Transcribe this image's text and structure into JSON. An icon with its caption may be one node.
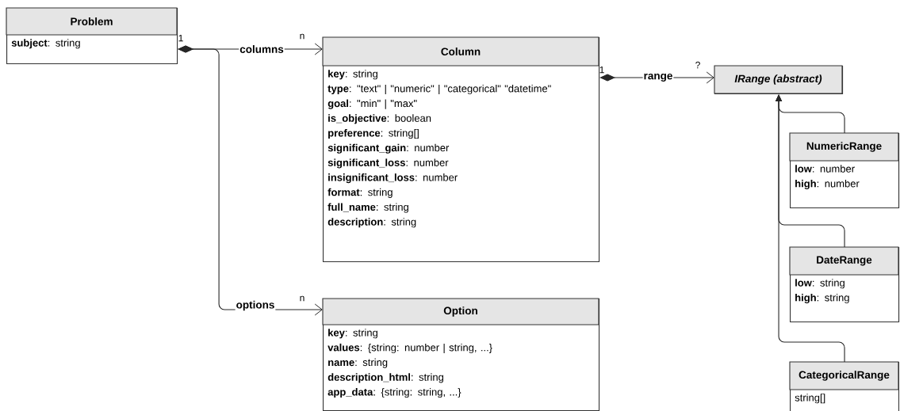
{
  "diagram": {
    "nodes": [
      {
        "text": [
          "Problem",
          "**subject**: string"
        ]
      },
      {
        "text": [
          "Column",
          "**key**: string",
          "**type**: \"text\" | \"numeric\" | \"categorical\" \"datetime\"",
          "**goal**: \"min\" | \"max\"",
          "**is_objective**: boolean",
          "**preference**: string[]",
          "**significant_gain**: number",
          "**significant_loss**: number",
          "**insignificant_loss**: number",
          "**format**: string",
          "**full_name**: string",
          "**description**: string"
        ]
      },
      {
        "text": [
          "Option",
          "**key**: string",
          "**values**: {string: number | string, ...}",
          "**name**: string",
          "**description_html**: string",
          "**app_data**: {string: string, ...}"
        ]
      },
      {
        "text": [
          "IRange (abstract)"
        ]
      },
      {
        "text": [
          "NumericRange",
          "**low**: number",
          "**high**: number"
        ]
      },
      {
        "text": [
          "DateRange",
          "**low**: string",
          "**high**: string"
        ]
      },
      {
        "text": [
          "CategoricalRange",
          "string[]"
        ]
      }
    ],
    "edges": [
      {
        "from": 0,
        "to": 1,
        "arrow": "to",
        "label": "columns"
      },
      {
        "from": 0,
        "to": 2,
        "arrow": "to",
        "label": "options"
      },
      {
        "from": 1,
        "to": 3,
        "arrow": "to",
        "label": "range"
      },
      {
        "from": 4,
        "to": 3,
        "arrow": "to"
      },
      {
        "from": 5,
        "to": 3,
        "arrow": "to"
      },
      {
        "from": 6,
        "to": 3,
        "arrow": "to"
      }
    ],
    "labels": [
      "1",
      "n",
      "1",
      "?",
      "n"
    ]
  }
}
